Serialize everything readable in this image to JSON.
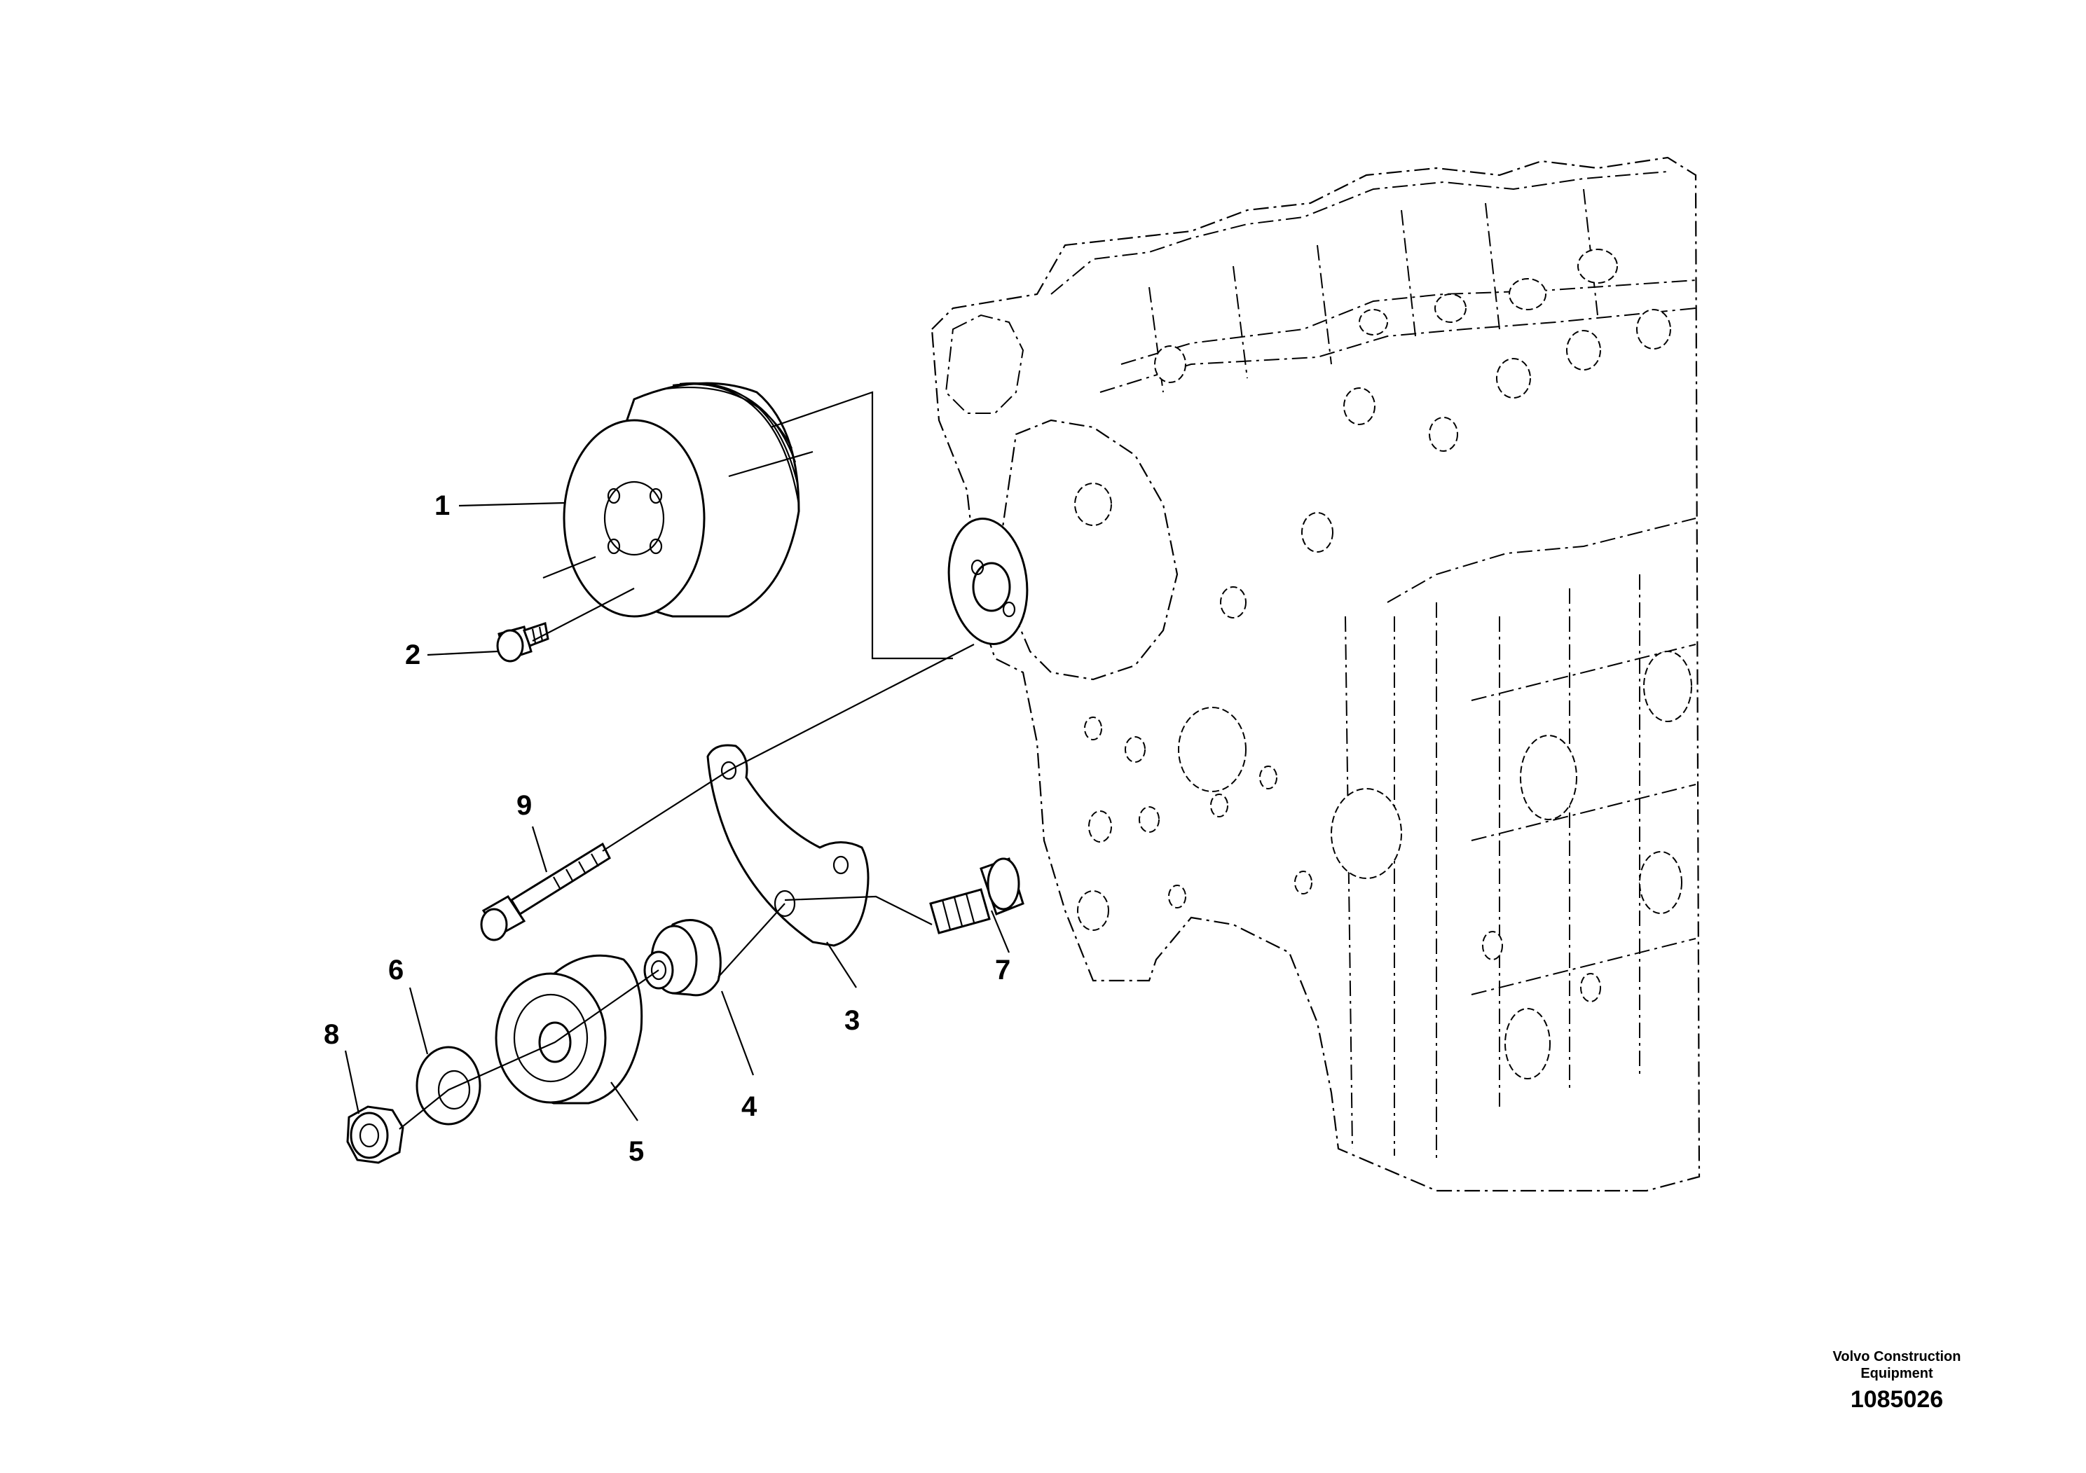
{
  "callouts": [
    "1",
    "2",
    "3",
    "4",
    "5",
    "6",
    "7",
    "8",
    "9"
  ],
  "footer": {
    "brand_line1": "Volvo Construction",
    "brand_line2": "Equipment",
    "reference": "1085026"
  }
}
